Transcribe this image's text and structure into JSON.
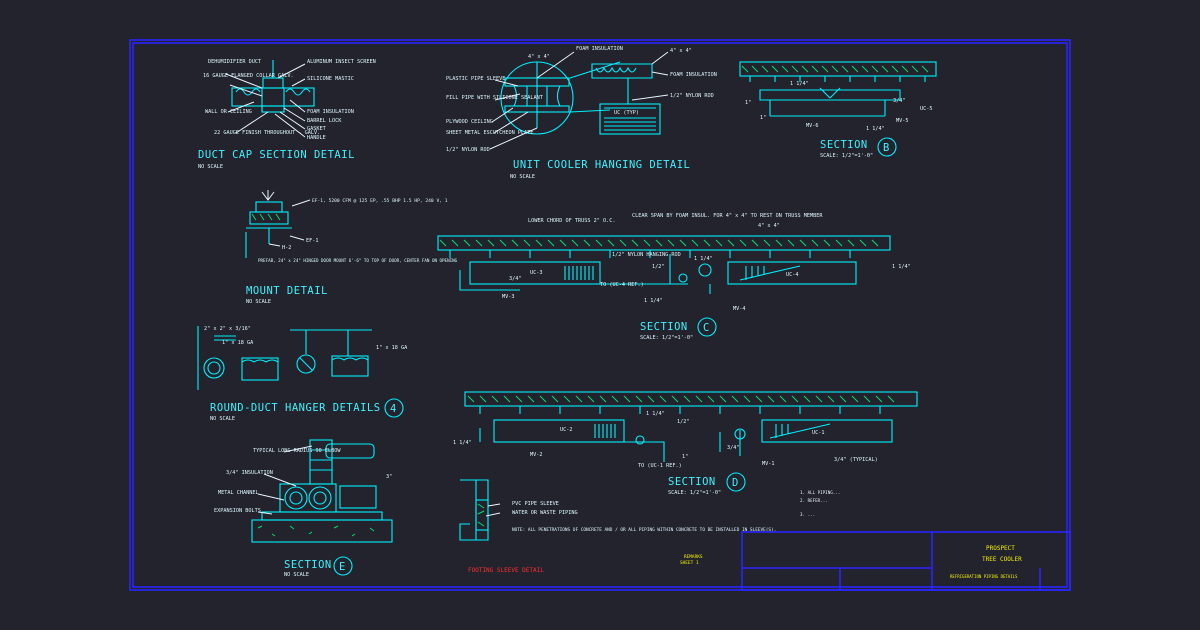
{
  "colors": {
    "background": "#22232c",
    "border": "#2a24ff",
    "linework": "#00f0ff",
    "callout_text": "#e8f4ff",
    "title_block_text": "#f3f000",
    "hatch": "#00e070",
    "red_labels": "#ff2e2e"
  },
  "duct_cap": {
    "title": "DUCT CAP SECTION DETAIL",
    "scale": "NO SCALE",
    "notes": [
      "DEHUMIDIFIER DUCT",
      "16 GAUGE FLANGED COLLAR GALV.",
      "WALL OR CEILING",
      "22 GAUGE FINISH THROUGHOUT - GALV.",
      "ALUMINUM INSECT SCREEN",
      "SILICONE MASTIC",
      "FOAM INSULATION",
      "BARREL LOCK",
      "GASKET",
      "HANDLE"
    ]
  },
  "unit_cooler": {
    "title": "UNIT COOLER HANGING DETAIL",
    "scale": "NO SCALE",
    "unit_label": "UC (TYP)",
    "notes_left": [
      "PLASTIC PIPE SLEEVE",
      "FILL PIPE WITH SILICONE SEALANT",
      "PLYWOOD CEILING",
      "SHEET METAL ESCUTCHEON PLATE",
      "1/2\" NYLON ROD"
    ],
    "notes_right": [
      "FOAM INSULATION",
      "4\" x 4\"",
      "FOAM INSULATION",
      "1/2\" NYLON ROD"
    ],
    "top_dim": "4\" x 4\""
  },
  "section_b": {
    "title": "SECTION",
    "mark": "B",
    "scale": "SCALE: 1/2\"=1'-0\"",
    "labels": [
      "1 1/4\"",
      "UC-5",
      "3/4\"",
      "MV-6",
      "MV-5",
      "1 1/4\"",
      "1\"",
      "1\""
    ]
  },
  "mount": {
    "title": "MOUNT DETAIL",
    "scale": "NO SCALE",
    "callout": "EF-1, 5200 CFM @ 125 EP, .55 BHP 1.5 HP, 240 V, 1",
    "labels": [
      "EF-1",
      "H-2"
    ],
    "note": "PREFAB, 24\" x 24\" HINGED DOOR MOUNT 6'-6\" TO TOP OF DOOR, CENTER FAN ON OPENING"
  },
  "section_c": {
    "title": "SECTION",
    "mark": "C",
    "scale": "SCALE: 1/2\"=1'-0\"",
    "notes": [
      "LOWER CHORD OF TRUSS 2\" O.C.",
      "CLEAR SPAN BY FOAM INSUL. FOR 4\" x 4\" TO REST ON TRUSS MEMBER",
      "4\" x 4\"",
      "1/2\" NYLON HANGING ROD"
    ],
    "labels": [
      "UC-3",
      "UC-4",
      "3/4\"",
      "MV-3",
      "MV-4",
      "1 1/4\"",
      "1/2\"",
      "1 1/4\"",
      "1 1/4\"",
      "TO (UC-4 REF.)"
    ]
  },
  "round_duct": {
    "title": "ROUND-DUCT HANGER DETAILS",
    "mark": "4",
    "scale": "NO SCALE",
    "labels": [
      "2\" x 2\" x 3/16\"",
      "1\" x 18 GA",
      "1\" x 18 GA"
    ]
  },
  "section_d": {
    "title": "SECTION",
    "mark": "D",
    "scale": "SCALE: 1/2\"=1'-0\"",
    "labels": [
      "UC-2",
      "UC-1",
      "1 1/4\"",
      "MV-2",
      "MV-1",
      "1/2\"",
      "TO (UC-1 REF.)",
      "3/4\" (TYPICAL)",
      "1 1/4\"",
      "3/4\"",
      "1\""
    ]
  },
  "section_e": {
    "title": "SECTION",
    "mark": "E",
    "scale": "NO SCALE",
    "notes": [
      "TYPICAL LONG RADIUS 90 ELBOW",
      "3/4\" INSULATION",
      "METAL CHANNEL",
      "EXPANSION BOLTS",
      "3\""
    ]
  },
  "footing": {
    "title": "FOOTING SLEEVE DETAIL",
    "notes": [
      "PVC PIPE SLEEVE",
      "WATER OR WASTE PIPING",
      "NOTE: ALL PENETRATIONS OF CONCRETE AND / OR ALL PIPING WITHIN CONCRETE TO BE INSTALLED IN SLEEVE(S)."
    ]
  },
  "stamp": [
    "REMARKS",
    "SHEET 1"
  ],
  "general_notes": [
    "1. ALL PIPING...",
    "2. REFER...",
    "3. ..."
  ],
  "title_block": {
    "line1": "PROSPECT",
    "line2": "TREE COOLER",
    "subtitle": "REFRIGERATION PIPING DETAILS"
  }
}
